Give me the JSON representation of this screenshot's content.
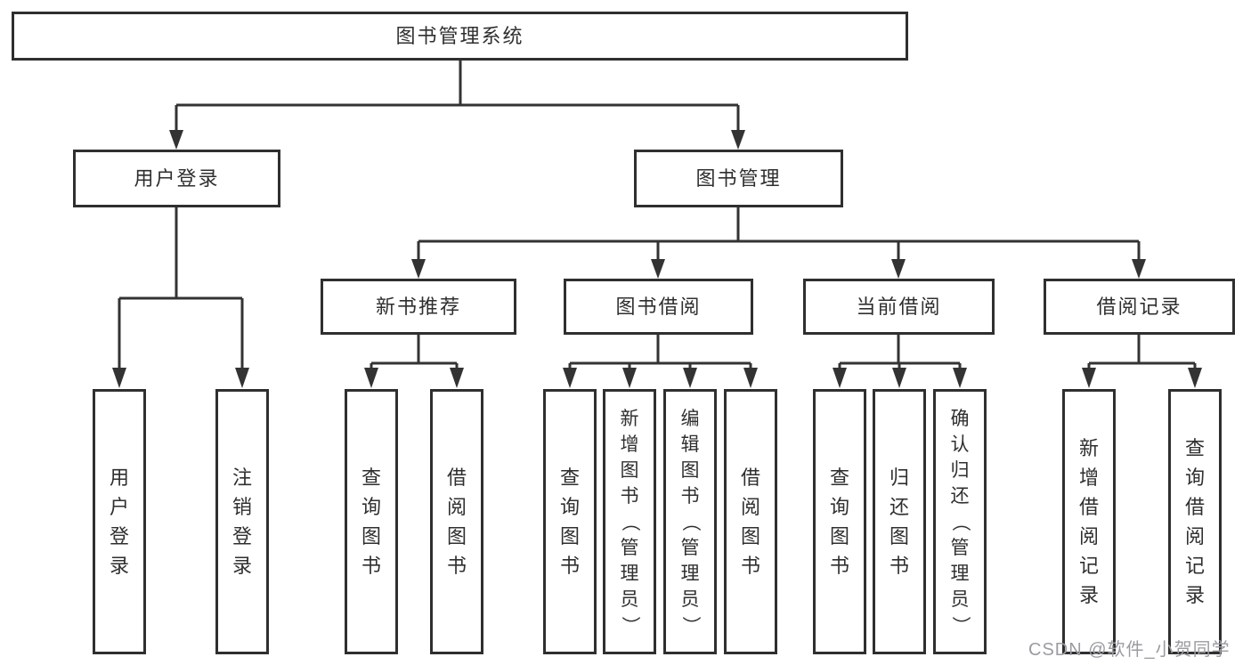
{
  "diagram_title": "图书管理系统",
  "tree": {
    "label": "图书管理系统",
    "children": [
      {
        "label": "用户登录",
        "children": [
          {
            "label": "用户登录"
          },
          {
            "label": "注销登录"
          }
        ]
      },
      {
        "label": "图书管理",
        "children": [
          {
            "label": "新书推荐",
            "children": [
              {
                "label": "查询图书"
              },
              {
                "label": "借阅图书"
              }
            ]
          },
          {
            "label": "图书借阅",
            "children": [
              {
                "label": "查询图书"
              },
              {
                "label": "新增图书（管理员）"
              },
              {
                "label": "编辑图书（管理员）"
              },
              {
                "label": "借阅图书"
              }
            ]
          },
          {
            "label": "当前借阅",
            "children": [
              {
                "label": "查询图书"
              },
              {
                "label": "归还图书"
              },
              {
                "label": "确认归还（管理员）"
              }
            ]
          },
          {
            "label": "借阅记录",
            "children": [
              {
                "label": "新增借阅记录"
              },
              {
                "label": "查询借阅记录"
              }
            ]
          }
        ]
      }
    ]
  },
  "watermark": "CSDN @软件_小贺同学",
  "colors": {
    "line": "#333333",
    "border": "#2f2f2f",
    "box_bg": "#ffffff",
    "text": "#2f2f2f",
    "watermark": "#9b9ba1"
  }
}
